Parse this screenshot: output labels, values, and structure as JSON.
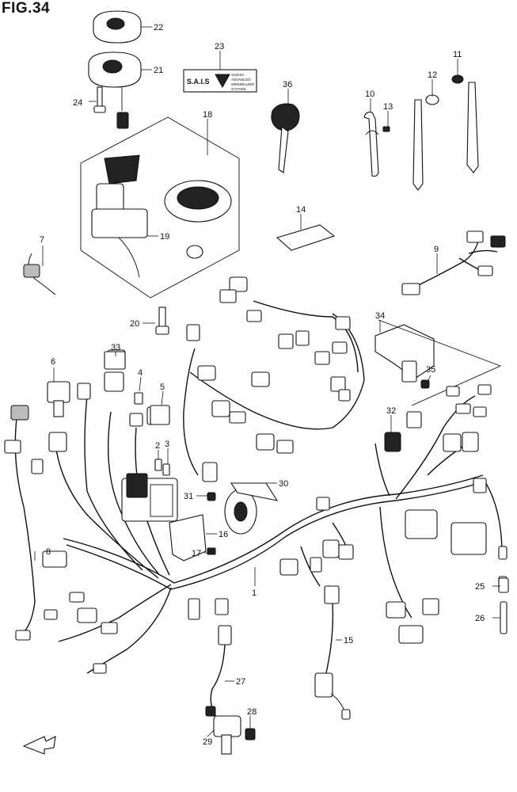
{
  "figure": {
    "title": "FIG.34"
  },
  "decal": {
    "line1": "S.A.I.S",
    "line2a": "SUZUKI",
    "line2b": "ADVANCED",
    "line2c": "IMMOBILIZER",
    "line2d": "SYSTEM"
  },
  "callouts": [
    "22",
    "21",
    "24",
    "23",
    "36",
    "10",
    "13",
    "12",
    "11",
    "18",
    "19",
    "7",
    "20",
    "14",
    "9",
    "34",
    "35",
    "6",
    "33",
    "4",
    "5",
    "32",
    "2",
    "3",
    "31",
    "30",
    "16",
    "17",
    "8",
    "1",
    "25",
    "26",
    "15",
    "27",
    "28",
    "29"
  ]
}
